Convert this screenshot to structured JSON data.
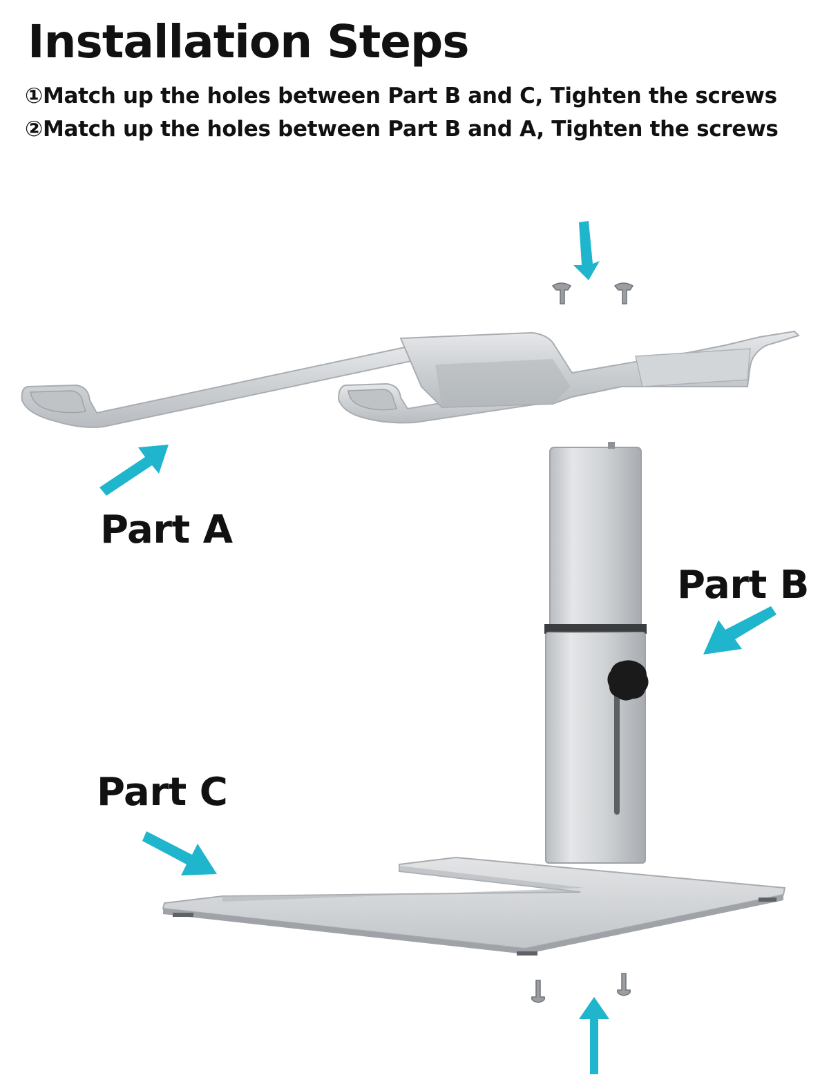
{
  "title": "Installation Steps",
  "steps": [
    "①Match up the holes between Part B and C, Tighten the screws",
    "②Match up the holes between Part B and A, Tighten the screws"
  ],
  "parts": {
    "a": "Part A",
    "b": "Part B",
    "c": "Part C"
  },
  "colors": {
    "arrow": "#1fb5cc",
    "metal": "#c9cccf",
    "metal_dark": "#a9adb1",
    "knob": "#1a1a1a"
  },
  "icons": [
    "arrow-icon",
    "screw-icon",
    "knob-icon"
  ]
}
